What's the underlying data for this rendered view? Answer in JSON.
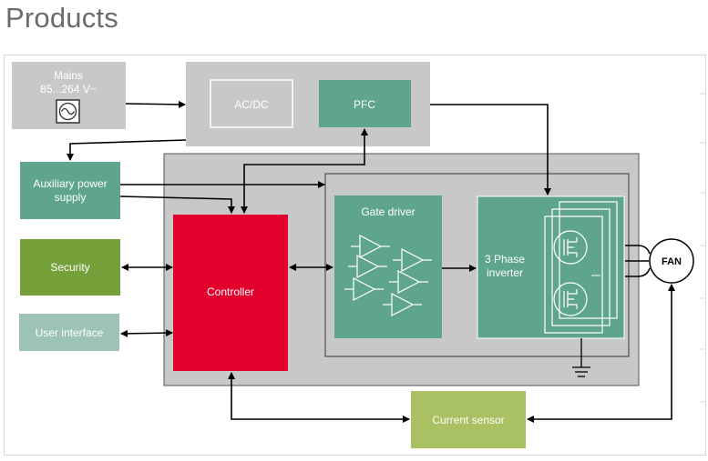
{
  "page": {
    "title": "Products"
  },
  "blocks": {
    "mains": {
      "line1": "Mains",
      "line2": "85...264 V~"
    },
    "acdc": {
      "label": "AC/DC"
    },
    "pfc": {
      "label": "PFC"
    },
    "aux": {
      "line1": "Auxiliary power",
      "line2": "supply"
    },
    "security": {
      "label": "Security"
    },
    "user_interface": {
      "label": "User interface"
    },
    "controller": {
      "label": "Controller"
    },
    "gate_driver": {
      "label": "Gate driver"
    },
    "inverter": {
      "line1": "3 Phase",
      "line2": "inverter"
    },
    "fan": {
      "label": "FAN"
    },
    "current_sensor": {
      "label": "Current sensor"
    }
  },
  "colors": {
    "gray_block": "#c8c8c8",
    "teal": "#5fa58e",
    "red": "#e2002d",
    "olive": "#76a03a",
    "light_teal": "#9cc3b6",
    "light_olive": "#a9c063"
  },
  "icons": {
    "ac_source": "sine-wave-icon",
    "ground": "ground-icon"
  }
}
